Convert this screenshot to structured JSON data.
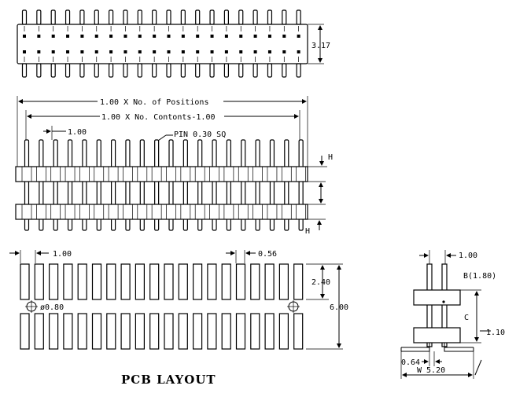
{
  "labels": {
    "top_height": "3.17",
    "total_length": "1.00 X No. of Positions",
    "contact_length": "1.00 X No. Contonts-1.00",
    "pitch": "1.00",
    "pin": "PIN 0.30 SQ",
    "h_top": "H",
    "h_bottom": "H",
    "pcb_pitch": "1.00",
    "pcb_pad_width": "0.56",
    "pcb_pad_length": "2.40",
    "pcb_row_span": "6.00",
    "pcb_hole": "ø0.80",
    "pcb_title": "PCB LAYOUT",
    "side_pitch": "1.00",
    "side_b": "B(1.80)",
    "side_c": "C",
    "side_d": "1.10",
    "side_e": "0.64",
    "side_w": "W 5.20"
  }
}
